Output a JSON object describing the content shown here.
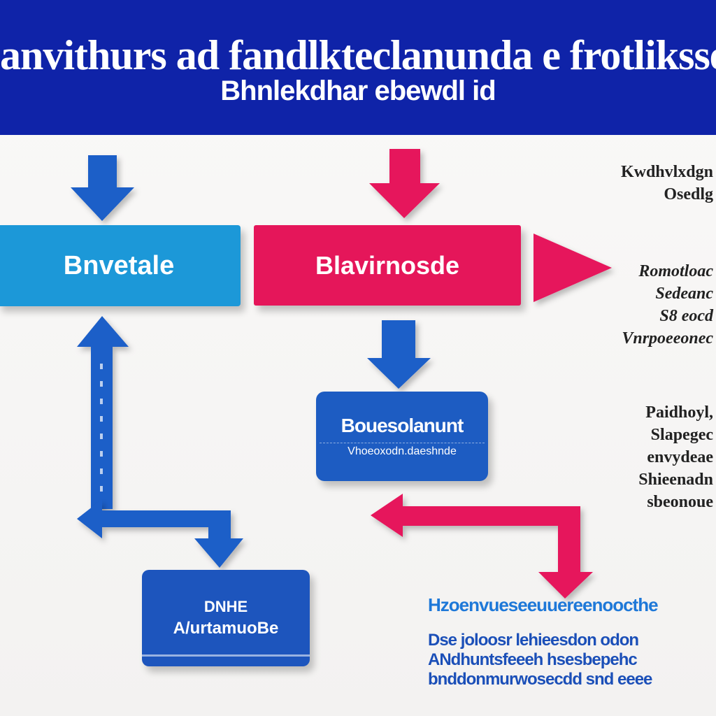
{
  "header": {
    "title": "anvithurs ad fandlkteclanunda e frotliksse rnaul",
    "subtitle": "Bhnlekdhar ebewdl id"
  },
  "boxes": {
    "cyan": "Bnvetale",
    "red": "Blavirnosde",
    "blue_mid_main": "Bouesolanunt",
    "blue_mid_sub": "Vhoeoxodn.daeshnde",
    "blue_bottom_main": "DNHE",
    "blue_bottom_sub": "A/urtamuoBe"
  },
  "side_notes": {
    "group1": [
      "Kwdhvlxdgn",
      "Osedlg"
    ],
    "group2": [
      "Romotloac",
      "Sedeanc",
      "S8 eocd",
      "Vnrpoeeonec"
    ],
    "group3": [
      "Paidhoyl,",
      "Slapegec",
      "envydeae",
      "Shieenadn",
      "sbeonoue"
    ]
  },
  "bottom_block": {
    "heading": "Hzoenvueseeuuereenoocthe",
    "lines": [
      "Dse joloosr lehieesdon odon",
      "ANdhuntsfeeeh hsesbepehc",
      "bnddonmurwosecdd snd eeee"
    ]
  },
  "colors": {
    "header": "#0f23a8",
    "cyan_box": "#1c98d8",
    "red_box": "#e5165a",
    "blue_box": "#1d5cc2",
    "blue_arrow": "#1f5fc8",
    "red_arrow": "#e6175c"
  },
  "icons": {
    "arrows": [
      "arrow-down-icon",
      "arrow-up-icon",
      "arrow-right-icon",
      "arrow-left-icon"
    ]
  }
}
